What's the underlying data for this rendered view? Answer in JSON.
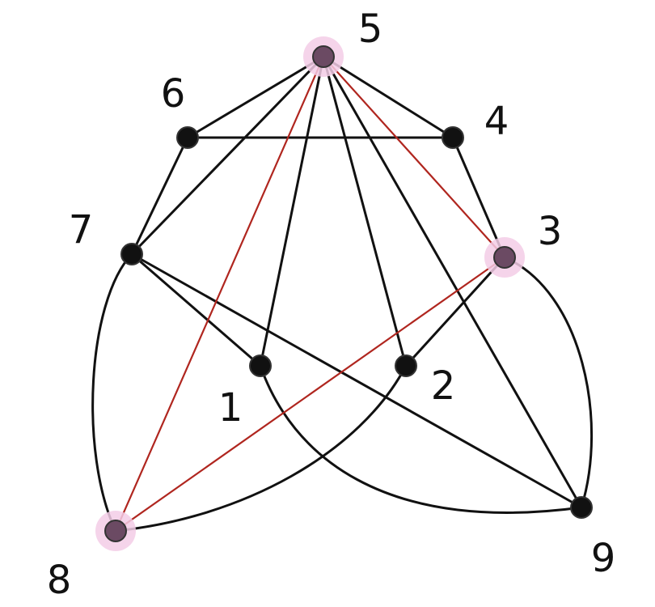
{
  "graph": {
    "nodes": [
      {
        "id": "1",
        "label": "1",
        "highlighted": false
      },
      {
        "id": "2",
        "label": "2",
        "highlighted": false
      },
      {
        "id": "3",
        "label": "3",
        "highlighted": true
      },
      {
        "id": "4",
        "label": "4",
        "highlighted": false
      },
      {
        "id": "5",
        "label": "5",
        "highlighted": true
      },
      {
        "id": "6",
        "label": "6",
        "highlighted": false
      },
      {
        "id": "7",
        "label": "7",
        "highlighted": false
      },
      {
        "id": "8",
        "label": "8",
        "highlighted": true
      },
      {
        "id": "9",
        "label": "9",
        "highlighted": false
      }
    ],
    "edges": [
      {
        "from": "5",
        "to": "6",
        "highlighted": false
      },
      {
        "from": "5",
        "to": "4",
        "highlighted": false
      },
      {
        "from": "6",
        "to": "4",
        "highlighted": false
      },
      {
        "from": "6",
        "to": "7",
        "highlighted": false
      },
      {
        "from": "4",
        "to": "3",
        "highlighted": false
      },
      {
        "from": "5",
        "to": "7",
        "highlighted": false
      },
      {
        "from": "5",
        "to": "1",
        "highlighted": false
      },
      {
        "from": "5",
        "to": "2",
        "highlighted": false
      },
      {
        "from": "5",
        "to": "9",
        "highlighted": false
      },
      {
        "from": "5",
        "to": "3",
        "highlighted": true
      },
      {
        "from": "5",
        "to": "8",
        "highlighted": true
      },
      {
        "from": "3",
        "to": "8",
        "highlighted": true
      },
      {
        "from": "7",
        "to": "1",
        "highlighted": false
      },
      {
        "from": "7",
        "to": "9",
        "highlighted": false
      },
      {
        "from": "7",
        "to": "8",
        "highlighted": false
      },
      {
        "from": "3",
        "to": "2",
        "highlighted": false
      },
      {
        "from": "3",
        "to": "9",
        "highlighted": false
      },
      {
        "from": "2",
        "to": "8",
        "highlighted": false
      },
      {
        "from": "1",
        "to": "9",
        "highlighted": false
      }
    ]
  },
  "colors": {
    "edge": "#111111",
    "highlight_edge": "#b0261f",
    "node": "#111111",
    "highlight_node": "#6b4a63",
    "highlight_halo": "#f3cce6"
  }
}
